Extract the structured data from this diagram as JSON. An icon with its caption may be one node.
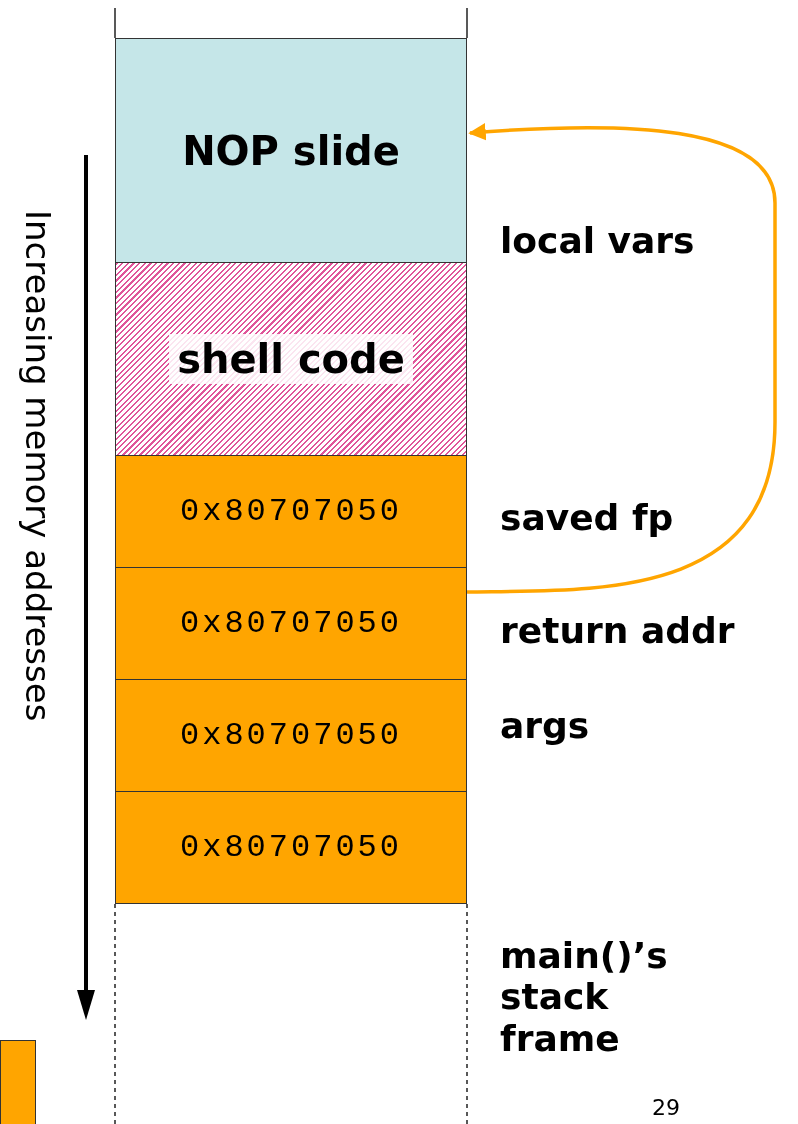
{
  "diagram": {
    "nodes": [
      {
        "text": [
          "NOP slide"
        ]
      },
      {
        "text": [
          "shell code"
        ]
      },
      {
        "text": [
          "0x80707050"
        ]
      },
      {
        "text": [
          "0x80707050"
        ]
      },
      {
        "text": [
          "0x80707050"
        ]
      },
      {
        "text": [
          "0x80707050"
        ]
      },
      {
        "text": [],
        "shape": "box"
      }
    ],
    "edges": [
      {
        "from": 3,
        "to": 0,
        "arrow": "to",
        "color": "#ffa500"
      }
    ],
    "labels": [
      "local vars",
      "saved fp",
      "return addr",
      "args",
      "main()’s stack frame",
      "Increasing memory addresses",
      "29"
    ]
  }
}
